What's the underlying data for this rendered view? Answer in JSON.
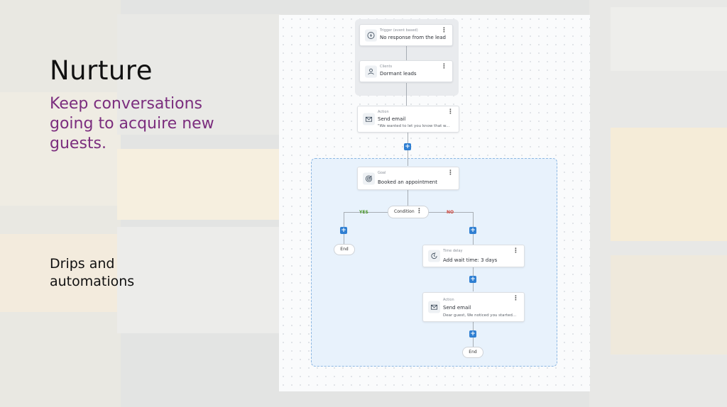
{
  "slide": {
    "heading": "Nurture",
    "subheading": "Keep conversations going to acquire new guests.",
    "footer": "Drips and automations",
    "accent_color": "#7b2d7e"
  },
  "workflow": {
    "trigger": {
      "kind": "Trigger (event based)",
      "title": "No response from the lead",
      "icon": "lightning-icon"
    },
    "clients": {
      "kind": "Clients",
      "title": "Dormant leads",
      "icon": "person-icon"
    },
    "action_1": {
      "kind": "Action",
      "title": "Send email",
      "description": "\"We wanted to let you know that w...",
      "icon": "envelope-icon"
    },
    "goal": {
      "kind": "Goal",
      "title": "Booked an appointment",
      "icon": "target-icon"
    },
    "condition": {
      "label": "Condition",
      "yes_label": "YES",
      "no_label": "NO"
    },
    "end_yes": "End",
    "time_delay": {
      "kind": "Time delay",
      "title": "Add wait time: 3 days",
      "icon": "timer-icon"
    },
    "action_2": {
      "kind": "Action",
      "title": "Send email",
      "description": "Dear guest, We noticed you started...",
      "icon": "envelope-icon"
    },
    "end_no": "End",
    "add_symbol": "+",
    "menu_symbol": "⋮",
    "colors": {
      "plus_button": "#2f7fd2",
      "yes": "#4c9a2a",
      "no": "#d0453a",
      "goal_area": "#e8f2fc"
    }
  }
}
